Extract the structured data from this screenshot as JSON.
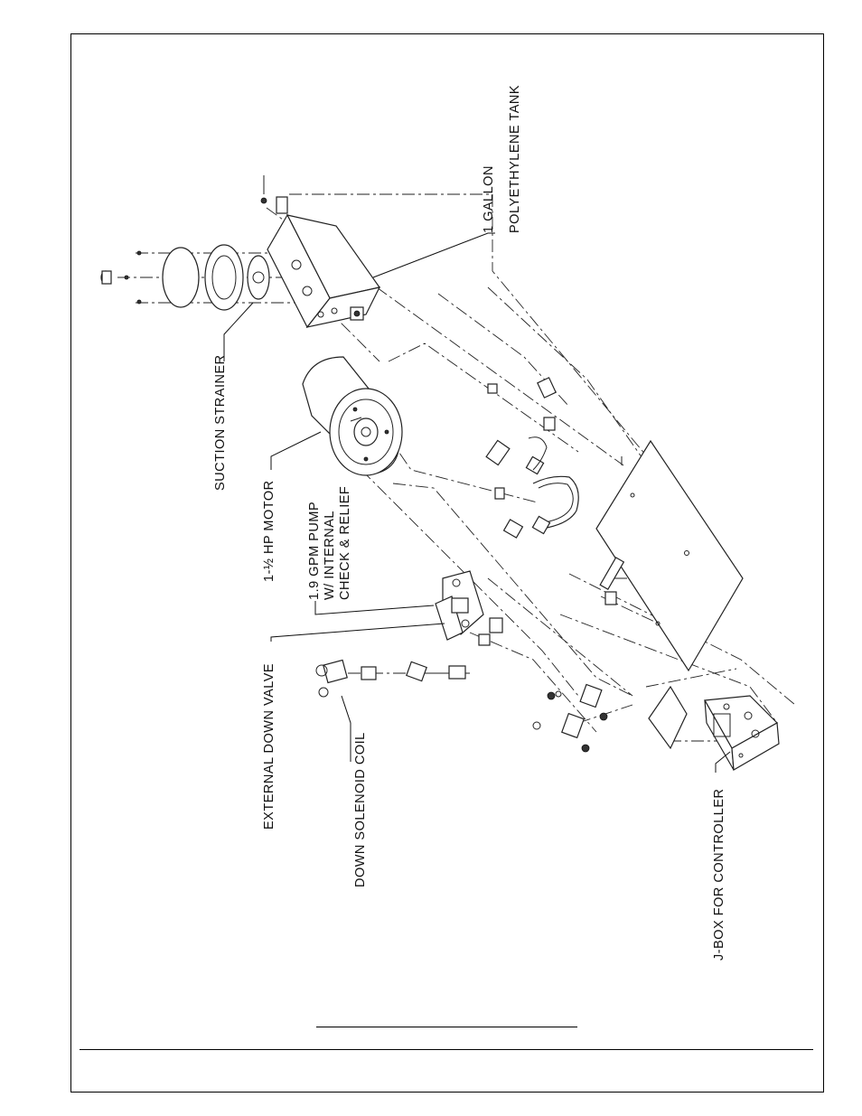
{
  "labels": {
    "tank_line1": "1 GALLON",
    "tank_line2": "POLYETHYLENE TANK",
    "suction_strainer": "SUCTION STRAINER",
    "motor": "1-½ HP MOTOR",
    "pump_line1": "1.9 GPM PUMP",
    "pump_line2": "W/ INTERNAL",
    "pump_line3": "CHECK & RELIEF",
    "external_down_valve": "EXTERNAL DOWN VALVE",
    "down_solenoid_coil": "DOWN SOLENOID COIL",
    "jbox": "J-BOX FOR CONTROLLER"
  }
}
